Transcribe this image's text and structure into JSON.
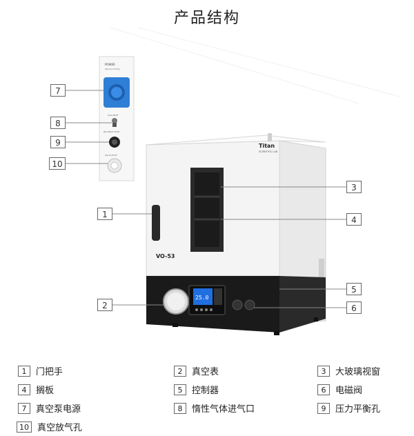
{
  "title": "产品结构",
  "product": {
    "brand": "Titan",
    "brand_sub": "SCIENTIFIC LAB",
    "model": "VO-53",
    "display_reading": "25.0"
  },
  "panel_labels": {
    "power": "POWER",
    "power_sub": "Vacuum Pump",
    "gas_inlet": "GAS INLET",
    "balance_hole": "BALANCE HOLE",
    "air_outlet": "AIR OUTLET"
  },
  "callouts": [
    "7",
    "8",
    "9",
    "10",
    "1",
    "2",
    "3",
    "4",
    "5",
    "6"
  ],
  "legend": [
    {
      "num": "1",
      "text": "门把手"
    },
    {
      "num": "2",
      "text": "真空表"
    },
    {
      "num": "3",
      "text": "大玻璃视窗"
    },
    {
      "num": "4",
      "text": "搁板"
    },
    {
      "num": "5",
      "text": "控制器"
    },
    {
      "num": "6",
      "text": "电磁阀"
    },
    {
      "num": "7",
      "text": "真空泵电源"
    },
    {
      "num": "8",
      "text": "惰性气体进气口"
    },
    {
      "num": "9",
      "text": "压力平衡孔"
    },
    {
      "num": "10",
      "text": "真空放气孔"
    }
  ],
  "colors": {
    "socket_blue": "#2f7fd6",
    "screen_blue": "#1f6fe0",
    "cabinet_white": "#f4f4f4",
    "base_black": "#1a1a1a"
  }
}
